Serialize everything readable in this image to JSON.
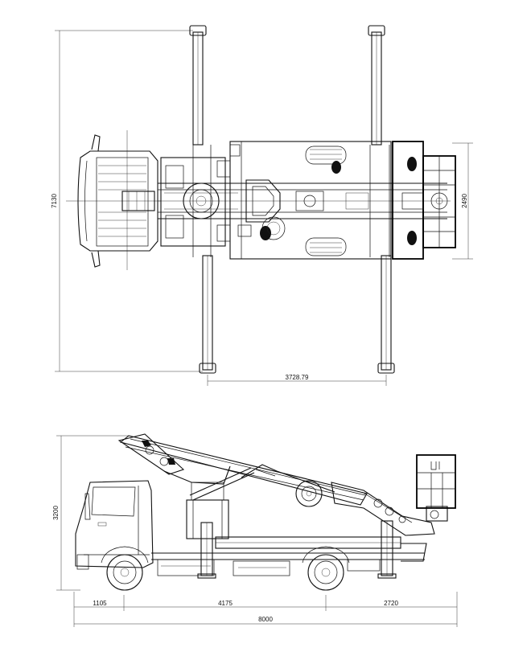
{
  "dimensions": {
    "top_overall_length": "7130",
    "top_outrigger_spacing": "3728.79",
    "top_width": "2490",
    "side_height": "3200",
    "side_front_overhang": "1105",
    "side_wheelbase": "4175",
    "side_rear_overhang": "2720",
    "side_overall_length": "8000"
  }
}
